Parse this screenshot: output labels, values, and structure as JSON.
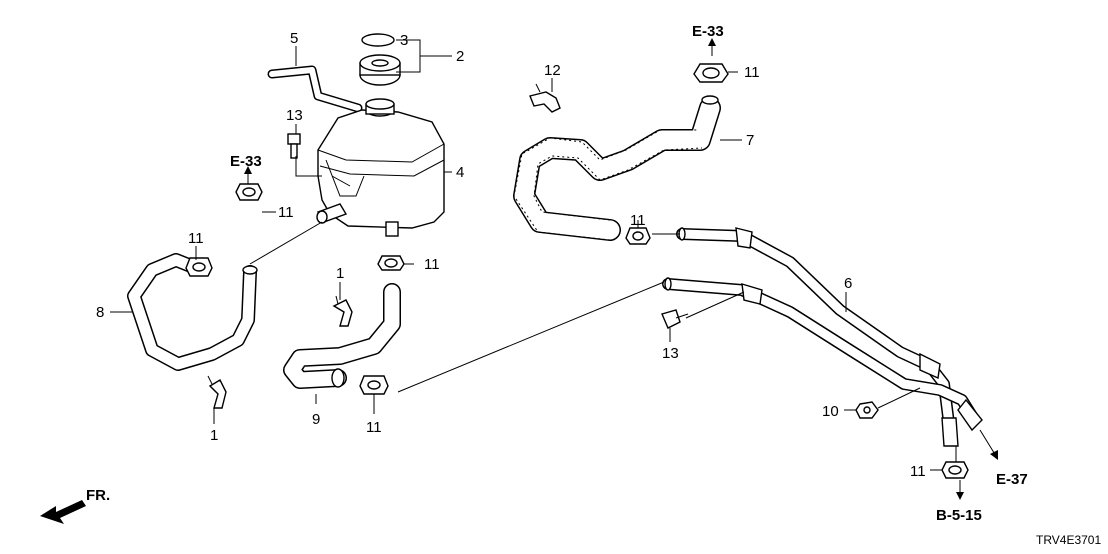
{
  "callouts": {
    "c1a": "1",
    "c1b": "1",
    "c2": "2",
    "c3": "3",
    "c4": "4",
    "c5": "5",
    "c6": "6",
    "c7": "7",
    "c8": "8",
    "c9": "9",
    "c10": "10",
    "c11a": "11",
    "c11b": "11",
    "c11c": "11",
    "c11d": "11",
    "c11e": "11",
    "c11f": "11",
    "c11g": "11",
    "c12": "12",
    "c13a": "13",
    "c13b": "13"
  },
  "refs": {
    "e33_left": "E-33",
    "e33_right": "E-33",
    "e37": "E-37",
    "b515": "B-5-15"
  },
  "direction": {
    "label": "FR."
  },
  "diagram_code": "TRV4E3701"
}
